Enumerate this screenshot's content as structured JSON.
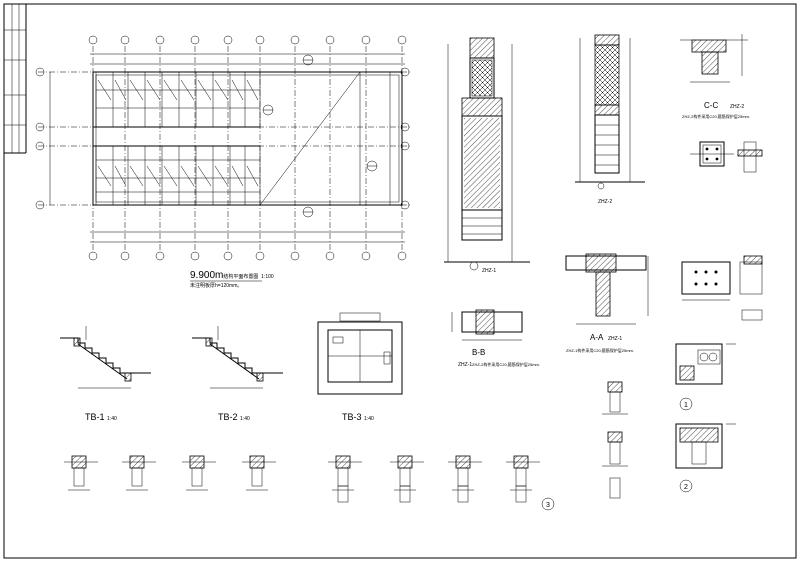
{
  "plan": {
    "title": "9.900m",
    "title_suffix": "结构平面布置图",
    "scale": "1:100",
    "note": "未注明板厚h=120mm。"
  },
  "stairs": [
    {
      "title": "TB-1",
      "scale": "1:40"
    },
    {
      "title": "TB-2",
      "scale": "1:40"
    },
    {
      "title": "TB-3",
      "scale": "1:40"
    }
  ],
  "sections": {
    "bb_title": "B-B",
    "bb_sub": "ZHZ-1",
    "bb_note": "ZHZ-2构件采用C20,箍筋保护层25mm.",
    "aa_title": "A-A",
    "aa_sub": "ZHZ-1",
    "aa_note": "ZHZ-1构件采用C20,箍筋保护层25mm.",
    "cc_title": "C-C",
    "cc_sub": "ZHZ-2",
    "cc_note": "ZHZ-2构件采用C20,箍筋保护层25mm."
  },
  "columns": {
    "zhz1": "ZHZ-1",
    "zhz2": "ZHZ-2"
  },
  "details": {
    "circle1": "1",
    "circle2": "2",
    "circle3": "3"
  }
}
